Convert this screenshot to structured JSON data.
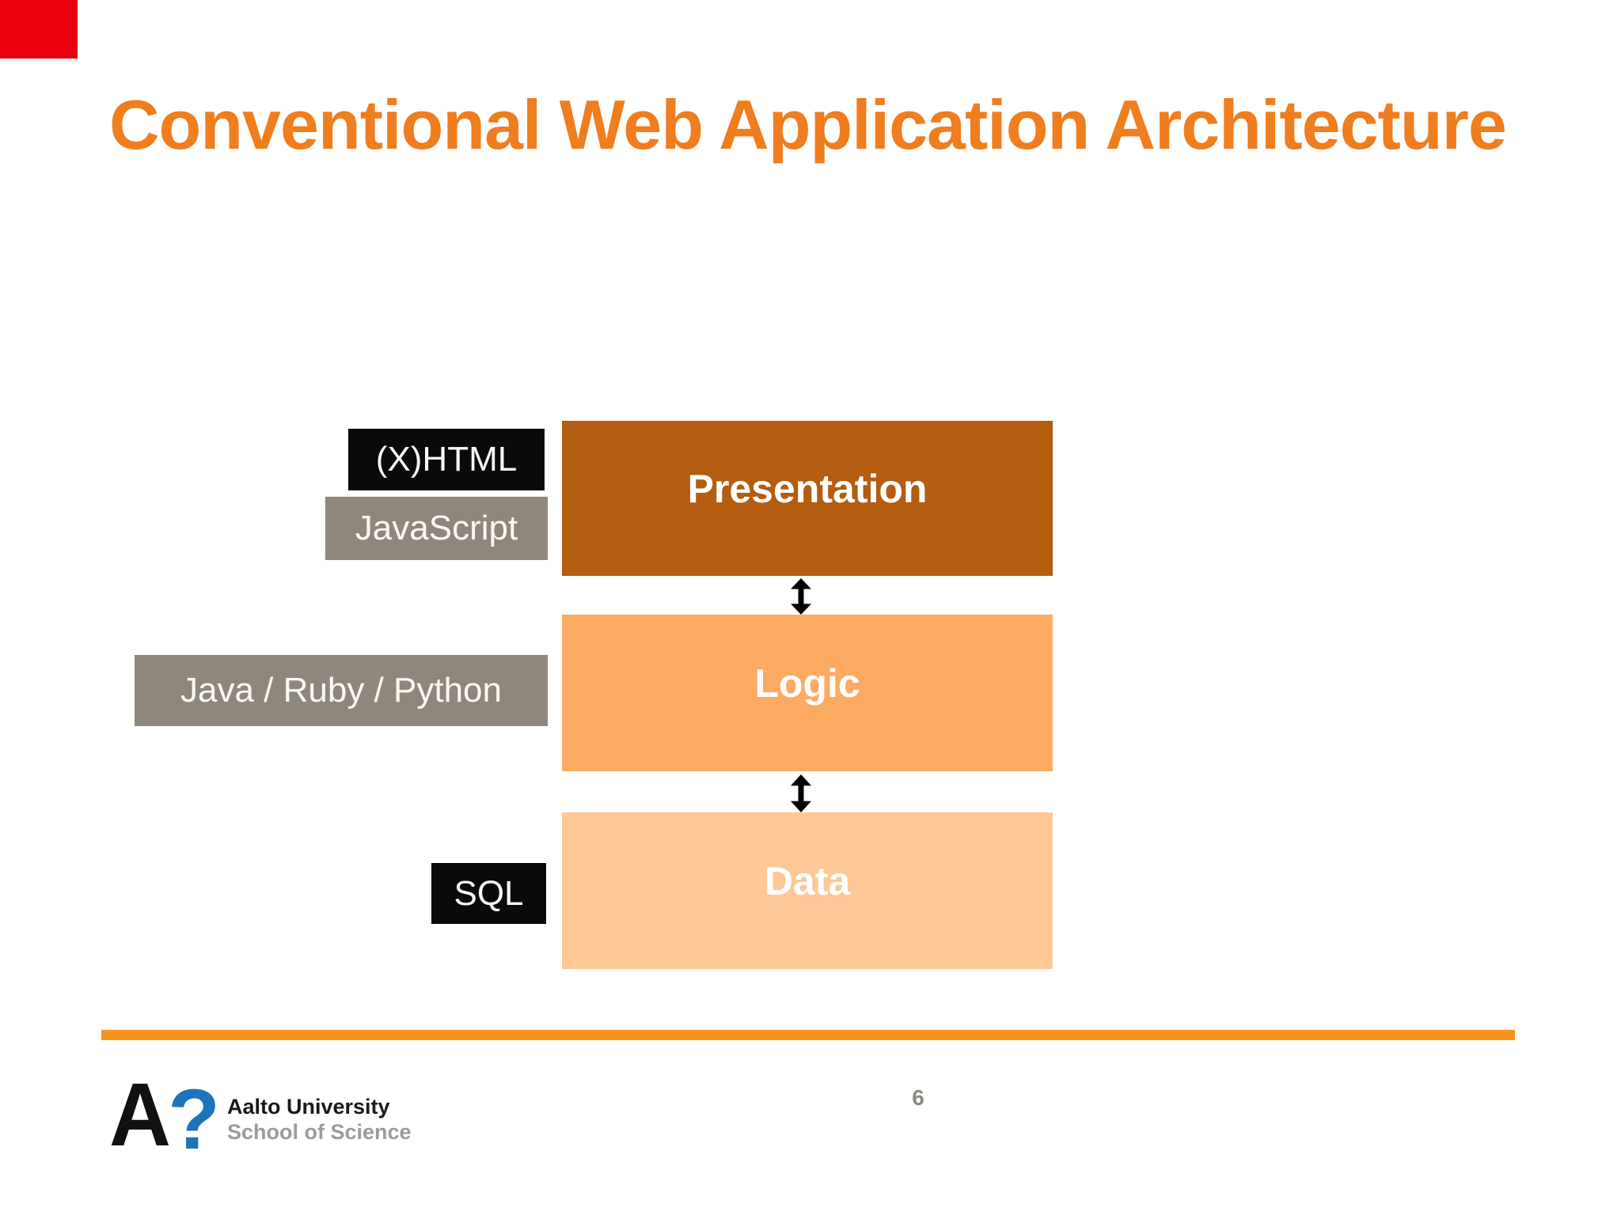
{
  "slide": {
    "title": "Conventional Web Application Architecture",
    "page_number": "6"
  },
  "diagram": {
    "layers": [
      {
        "id": "presentation",
        "label": "Presentation",
        "color": "#B45C10"
      },
      {
        "id": "logic",
        "label": "Logic",
        "color": "#FDAA62"
      },
      {
        "id": "data",
        "label": "Data",
        "color": "#FDC896"
      }
    ],
    "tech_labels": [
      {
        "id": "xhtml",
        "text": "(X)HTML",
        "bg": "#0A0A0A"
      },
      {
        "id": "javascript",
        "text": "JavaScript",
        "bg": "#8F877C"
      },
      {
        "id": "java_ruby_python",
        "text": "Java / Ruby / Python",
        "bg": "#8F877C"
      },
      {
        "id": "sql",
        "text": "SQL",
        "bg": "#0A0A0A"
      }
    ],
    "arrow_color": "#000000"
  },
  "footer": {
    "org_name": "Aalto University",
    "org_unit": "School of Science",
    "logo_letter": "A",
    "logo_mark": "?"
  },
  "colors": {
    "title_orange": "#F07D1E",
    "rule_orange": "#F6921E",
    "logo_blue": "#1F72BC",
    "org_unit_gray": "#9B9B9B",
    "page_gray": "#8C8882",
    "marker_red": "#E8000E"
  }
}
